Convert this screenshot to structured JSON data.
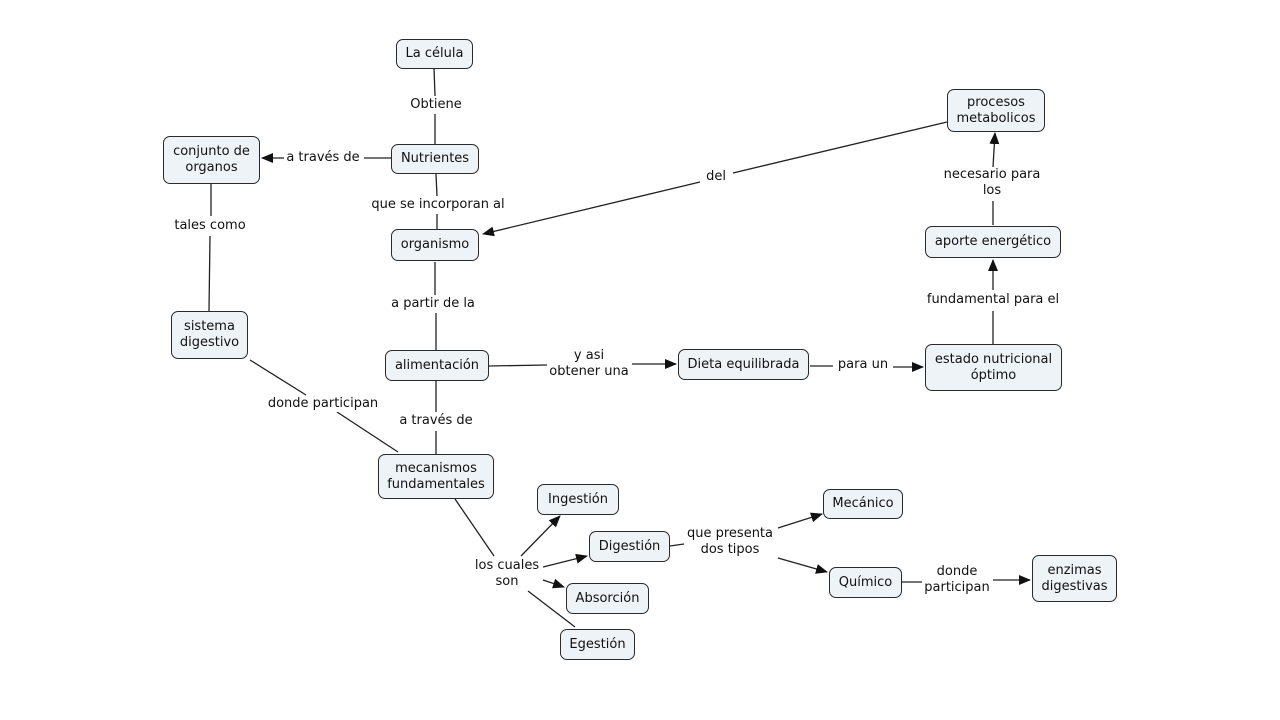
{
  "nodes": {
    "la_celula": "La célula",
    "nutrientes": "Nutrientes",
    "conjunto_organos": "conjunto de\norganos",
    "organismo": "organismo",
    "sistema_digestivo": "sistema\ndigestivo",
    "alimentacion": "alimentación",
    "mecanismos": "mecanismos\nfundamentales",
    "ingestion": "Ingestión",
    "digestion": "Digestión",
    "absorcion": "Absorción",
    "egestion": "Egestión",
    "dieta": "Dieta equilibrada",
    "estado_nutricional": "estado nutricional\nóptimo",
    "aporte": "aporte energético",
    "procesos": "procesos\nmetabolicos",
    "mecanico": "Mecánico",
    "quimico": "Químico",
    "enzimas": "enzimas\ndigestivas"
  },
  "links": {
    "obtiene": "Obtiene",
    "a_traves_de_1": "a través de",
    "tales_como": "tales como",
    "que_se_incorporan": "que se incorporan al",
    "del": "del",
    "a_partir": "a partir de la",
    "donde_participan_1": "donde participan",
    "y_asi": "y asi\nobtener una",
    "para_un": "para un",
    "fundamental": "fundamental para el",
    "necesario": "necesario para\nlos",
    "a_traves_de_2": "a través de",
    "los_cuales": "los cuales\nson",
    "que_presenta": "que presenta\ndos tipos",
    "donde_participan_2": "donde\nparticipan"
  },
  "colors": {
    "node_fill": "#eef3f8",
    "stroke": "#222222",
    "background": "#ffffff"
  }
}
